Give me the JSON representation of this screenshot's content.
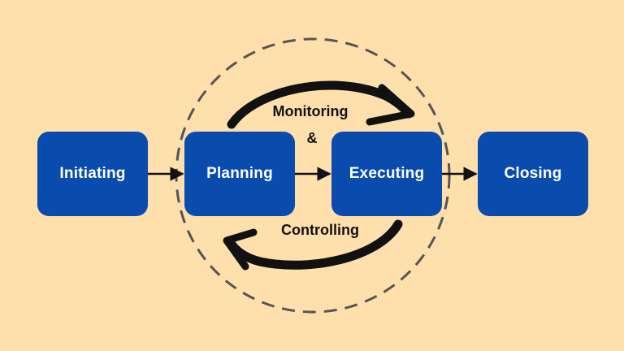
{
  "colors": {
    "background": "#FFE0AD",
    "stage_fill": "#0A4BAE",
    "stage_text": "#FFFFFF",
    "arrow": "#111111",
    "circle": "#555555"
  },
  "stages": {
    "initiating": "Initiating",
    "planning": "Planning",
    "executing": "Executing",
    "closing": "Closing"
  },
  "cycle": {
    "monitoring": "Monitoring",
    "ampersand": "&",
    "controlling": "Controlling"
  }
}
